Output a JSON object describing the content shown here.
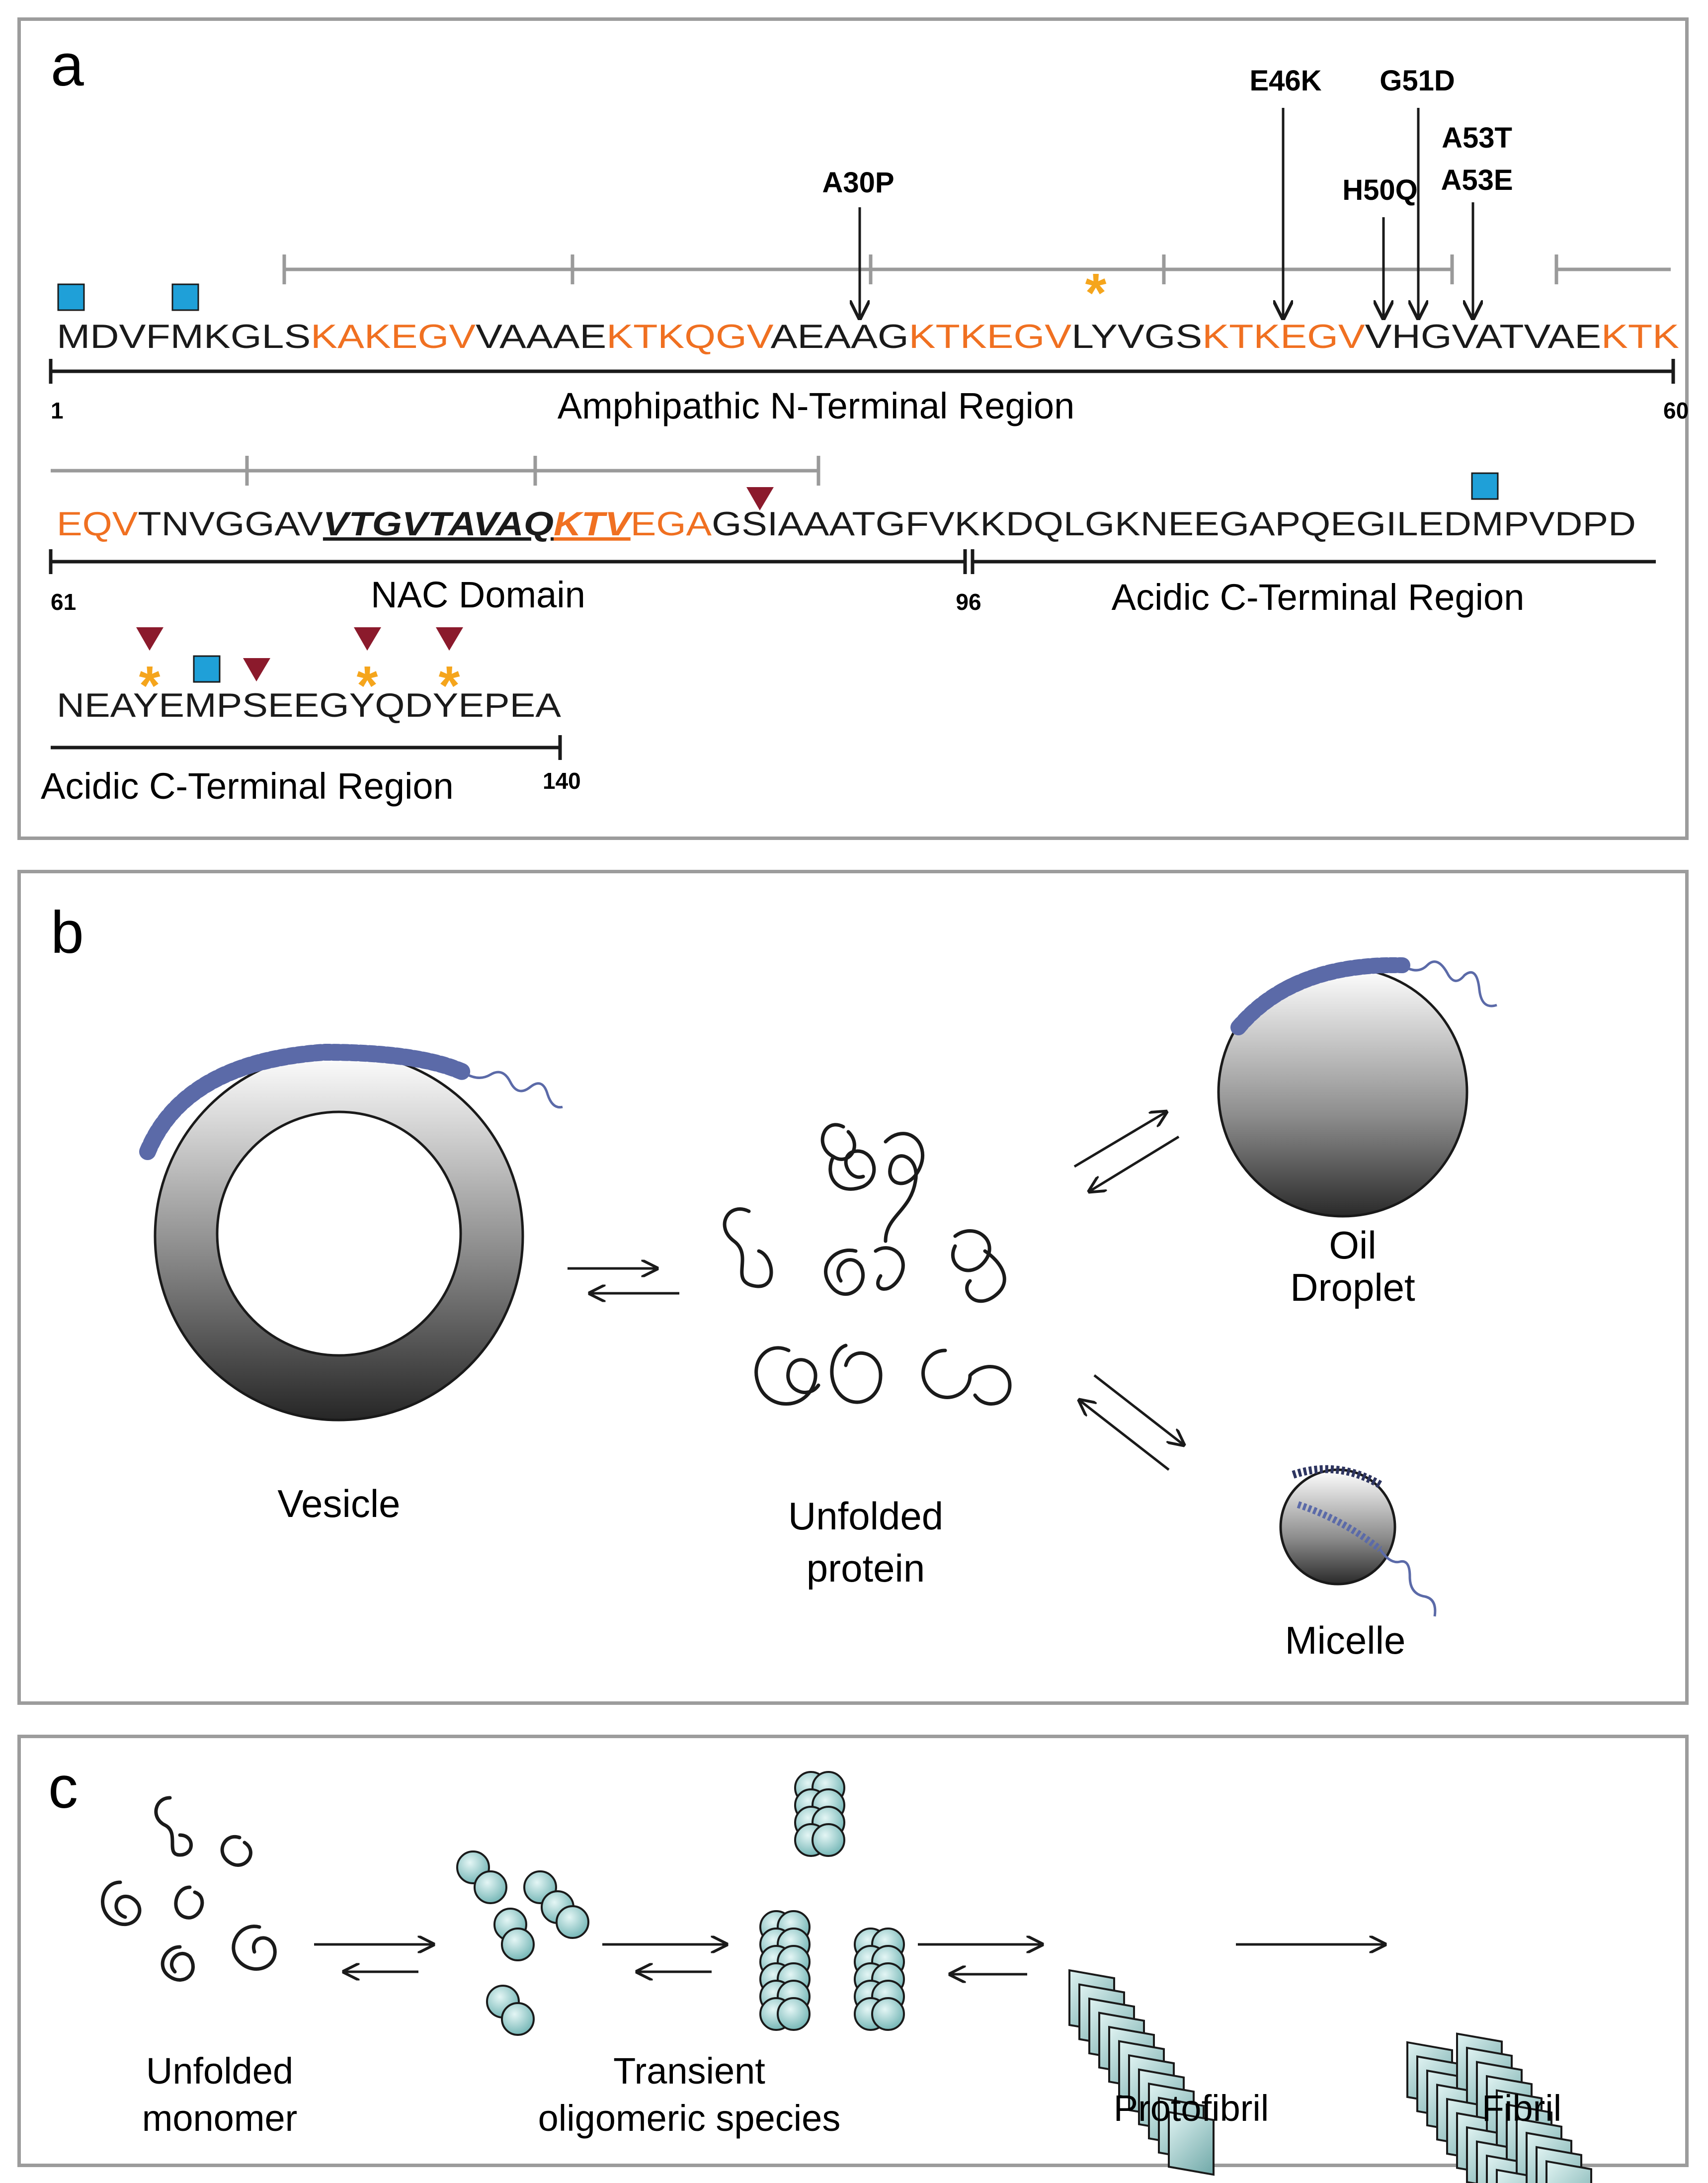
{
  "panel_a": {
    "letter": "a",
    "row1": [
      {
        "t": "MDVFMKGLS",
        "c": "k"
      },
      {
        "t": "KAKEGV",
        "c": "o"
      },
      {
        "t": "VAAAE",
        "c": "k"
      },
      {
        "t": "KTKQGV",
        "c": "o"
      },
      {
        "t": "AEAAG",
        "c": "k"
      },
      {
        "t": "KTKEGV",
        "c": "o"
      },
      {
        "t": "LYVGS",
        "c": "k"
      },
      {
        "t": "KTKEGV",
        "c": "o"
      },
      {
        "t": "VHGVATVAE",
        "c": "k"
      },
      {
        "t": "KTK",
        "c": "o"
      }
    ],
    "row2": [
      {
        "t": "EQV",
        "c": "o"
      },
      {
        "t": "TNVGGAV",
        "c": "k"
      },
      {
        "t": "VTGVTAVAQ",
        "c": "k",
        "b": true
      },
      {
        "t": "KTV",
        "c": "o",
        "b": true
      },
      {
        "t": "EGA",
        "c": "o"
      },
      {
        "t": "GSIAAATGFVKKDQLGKNEEGAPQEGILEDMPVDPD",
        "c": "k"
      }
    ],
    "row3": [
      {
        "t": "NEAYEMPSEEGYQDYEPEA",
        "c": "k"
      }
    ],
    "mutations": [
      "A30P",
      "E46K",
      "G51D",
      "H50Q",
      "A53T",
      "A53E"
    ],
    "region_n": "Amphipathic N-Terminal Region",
    "region_nac": "NAC Domain",
    "region_c": "Acidic C-Terminal Region",
    "region_c2": "Acidic C-Terminal Region",
    "num_1": "1",
    "num_60": "60",
    "num_61": "61",
    "num_96": "96",
    "num_140": "140"
  },
  "panel_b": {
    "letter": "b",
    "vesicle": "Vesicle",
    "unfolded_1": "Unfolded",
    "unfolded_2": "protein",
    "oil_1": "Oil",
    "oil_2": "Droplet",
    "micelle": "Micelle"
  },
  "panel_c": {
    "letter": "c",
    "monomer_1": "Unfolded",
    "monomer_2": "monomer",
    "oligo_1": "Transient",
    "oligo_2": "oligomeric species",
    "protofibril": "Protofibril",
    "fibril": "Fibril"
  },
  "colors": {
    "orange_residue": "#f07021",
    "phospho_marker": "#8b1a2c",
    "nitration_marker": "#f5a51c",
    "oxidation_marker": "#1fa0d8",
    "helix": "#5b6aa8",
    "oligomer_fill": "#aee0df"
  }
}
